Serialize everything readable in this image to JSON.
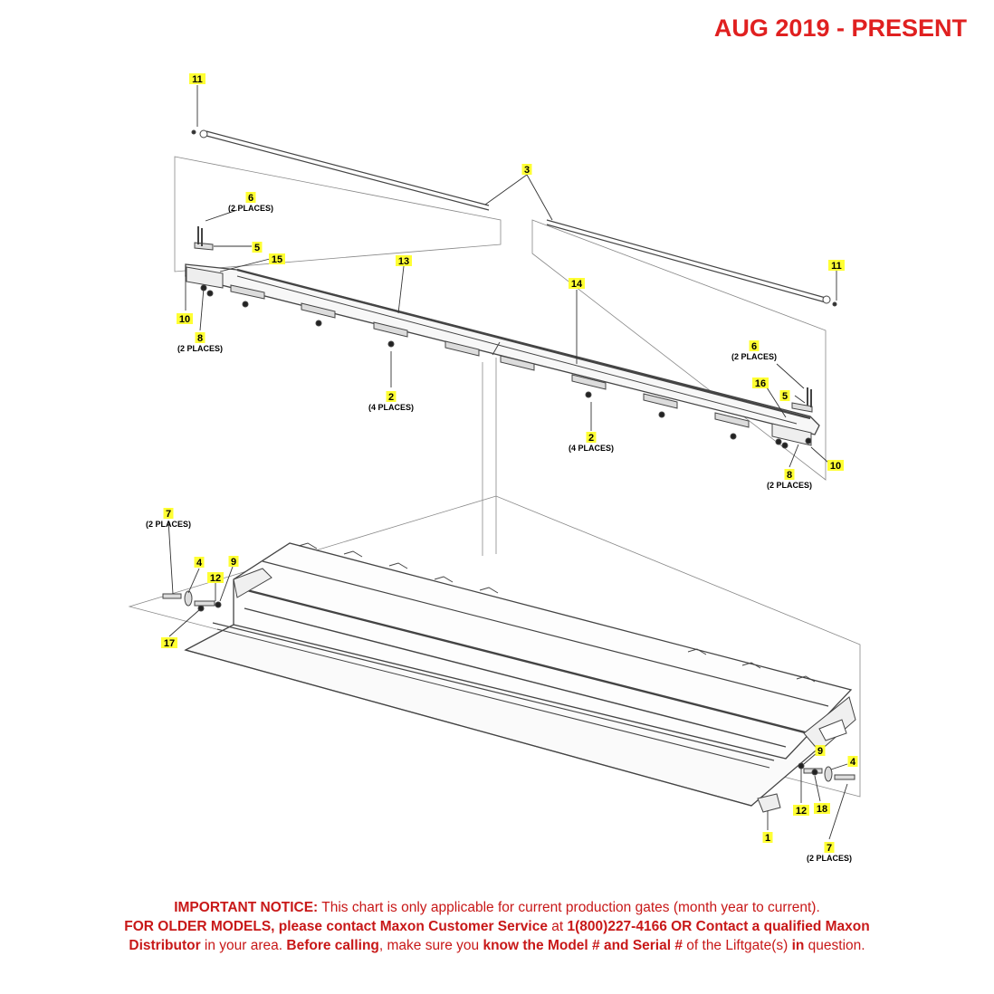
{
  "header": {
    "title": "AUG 2019 - PRESENT"
  },
  "callouts": [
    {
      "id": "c11a",
      "num": "11"
    },
    {
      "id": "c3",
      "num": "3"
    },
    {
      "id": "c6a",
      "num": "6",
      "note": "(2 PLACES)"
    },
    {
      "id": "c5a",
      "num": "5"
    },
    {
      "id": "c15",
      "num": "15"
    },
    {
      "id": "c13",
      "num": "13"
    },
    {
      "id": "c14",
      "num": "14"
    },
    {
      "id": "c11b",
      "num": "11"
    },
    {
      "id": "c10a",
      "num": "10"
    },
    {
      "id": "c8a",
      "num": "8",
      "note": "(2 PLACES)"
    },
    {
      "id": "c2a",
      "num": "2",
      "note": "(4 PLACES)"
    },
    {
      "id": "c6b",
      "num": "6",
      "note": "(2 PLACES)"
    },
    {
      "id": "c16",
      "num": "16"
    },
    {
      "id": "c5b",
      "num": "5"
    },
    {
      "id": "c2b",
      "num": "2",
      "note": "(4 PLACES)"
    },
    {
      "id": "c8b",
      "num": "8",
      "note": "(2 PLACES)"
    },
    {
      "id": "c10b",
      "num": "10"
    },
    {
      "id": "c7a",
      "num": "7",
      "note": "(2 PLACES)"
    },
    {
      "id": "c4a",
      "num": "4"
    },
    {
      "id": "c9a",
      "num": "9"
    },
    {
      "id": "c12a",
      "num": "12"
    },
    {
      "id": "c17",
      "num": "17"
    },
    {
      "id": "c9b",
      "num": "9"
    },
    {
      "id": "c4b",
      "num": "4"
    },
    {
      "id": "c12b",
      "num": "12"
    },
    {
      "id": "c18",
      "num": "18"
    },
    {
      "id": "c1",
      "num": "1"
    },
    {
      "id": "c7b",
      "num": "7",
      "note": "(2 PLACES)"
    }
  ],
  "notice": {
    "line1_bold": "IMPORTANT NOTICE:",
    "line1_text": " This chart is only applicable for current production gates (month year to current).",
    "line2_bold_a": "FOR OLDER MODELS, please contact Maxon Customer Service",
    "line2_text_a": " at ",
    "line2_bold_b": "1(800)227-4166 OR Contact a qualified Maxon",
    "line3_bold_a": "Distributor",
    "line3_text_a": " in your area. ",
    "line3_bold_b": "Before calling",
    "line3_text_b": ", make sure you ",
    "line3_bold_c": "know the Model # and Serial #",
    "line3_text_c": " of the Liftgate(s) ",
    "line3_bold_d": "in",
    "line3_text_d": " question."
  },
  "colors": {
    "title": "#e02020",
    "notice": "#c81818",
    "highlight": "#ffff33",
    "line": "#333333"
  }
}
